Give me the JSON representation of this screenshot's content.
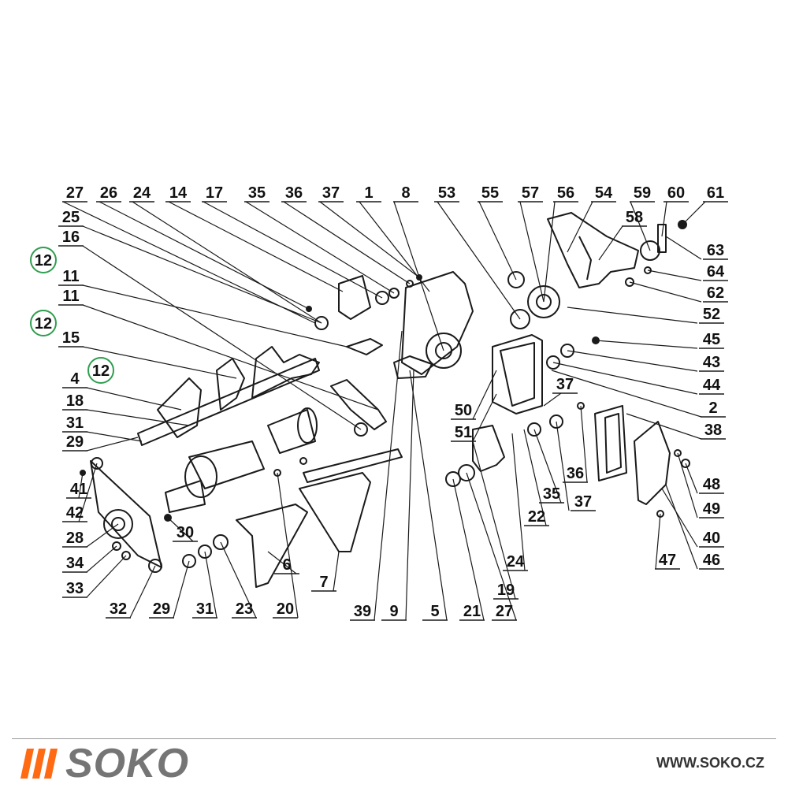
{
  "diagram": {
    "callouts": [
      "27",
      "26",
      "24",
      "14",
      "17",
      "35",
      "36",
      "37",
      "1",
      "8",
      "53",
      "55",
      "57",
      "56",
      "54",
      "59",
      "60",
      "61",
      "25",
      "16",
      "12",
      "11",
      "11",
      "12",
      "15",
      "12",
      "4",
      "18",
      "31",
      "29",
      "41",
      "42",
      "28",
      "34",
      "33",
      "58",
      "63",
      "64",
      "62",
      "52",
      "45",
      "43",
      "44",
      "2",
      "38",
      "50",
      "51",
      "37",
      "48",
      "49",
      "40",
      "46",
      "47",
      "36",
      "37",
      "35",
      "22",
      "24",
      "19",
      "27",
      "21",
      "5",
      "9",
      "39",
      "30",
      "6",
      "7",
      "32",
      "29",
      "31",
      "23",
      "20"
    ],
    "highlighted_callouts": [
      "12",
      "12",
      "12"
    ]
  },
  "footer": {
    "brand": "SOKO",
    "website": "WWW.SOKO.CZ",
    "accent_color": "#ff6a13",
    "highlight_color": "#2e9e4f"
  }
}
